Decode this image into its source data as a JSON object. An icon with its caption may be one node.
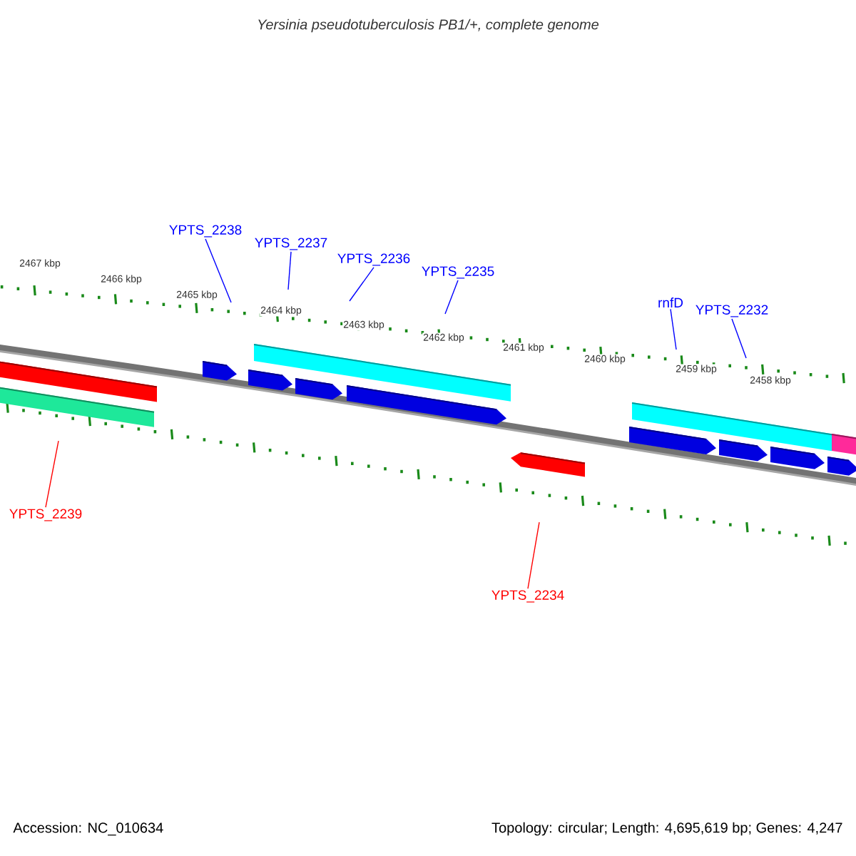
{
  "diagram": {
    "title": "Yersinia pseudotuberculosis PB1/+, complete genome",
    "nodes": [
      {
        "text": [
          "YPTS_2238"
        ]
      },
      {
        "text": [
          "YPTS_2237"
        ]
      },
      {
        "text": [
          "YPTS_2236"
        ]
      },
      {
        "text": [
          "YPTS_2235"
        ]
      },
      {
        "text": [
          "rnfD"
        ]
      },
      {
        "text": [
          "YPTS_2232"
        ]
      },
      {
        "text": [
          "YPTS_2239"
        ]
      },
      {
        "text": [
          "YPTS_2234"
        ]
      }
    ],
    "edges": [
      {
        "from": 0,
        "to": null,
        "arrow": "none"
      },
      {
        "from": 1,
        "to": null,
        "arrow": "none"
      },
      {
        "from": 2,
        "to": null,
        "arrow": "none"
      },
      {
        "from": 3,
        "to": null,
        "arrow": "none"
      },
      {
        "from": 4,
        "to": null,
        "arrow": "none"
      },
      {
        "from": 5,
        "to": null,
        "arrow": "none"
      },
      {
        "from": 6,
        "to": null,
        "arrow": "none",
        "color": "#ff0000"
      },
      {
        "from": 7,
        "to": null,
        "arrow": "none",
        "color": "#ff0000"
      }
    ],
    "labels": [
      "2467 kbp",
      "2466 kbp",
      "2465 kbp",
      "2464 kbp",
      "2463 kbp",
      "2462 kbp",
      "2461 kbp",
      "2460 kbp",
      "2459 kbp",
      "2458 kbp",
      "Accession: NC_010634",
      "Topology: circular; Length: 4,695,619 bp; Genes: 4,247"
    ]
  }
}
